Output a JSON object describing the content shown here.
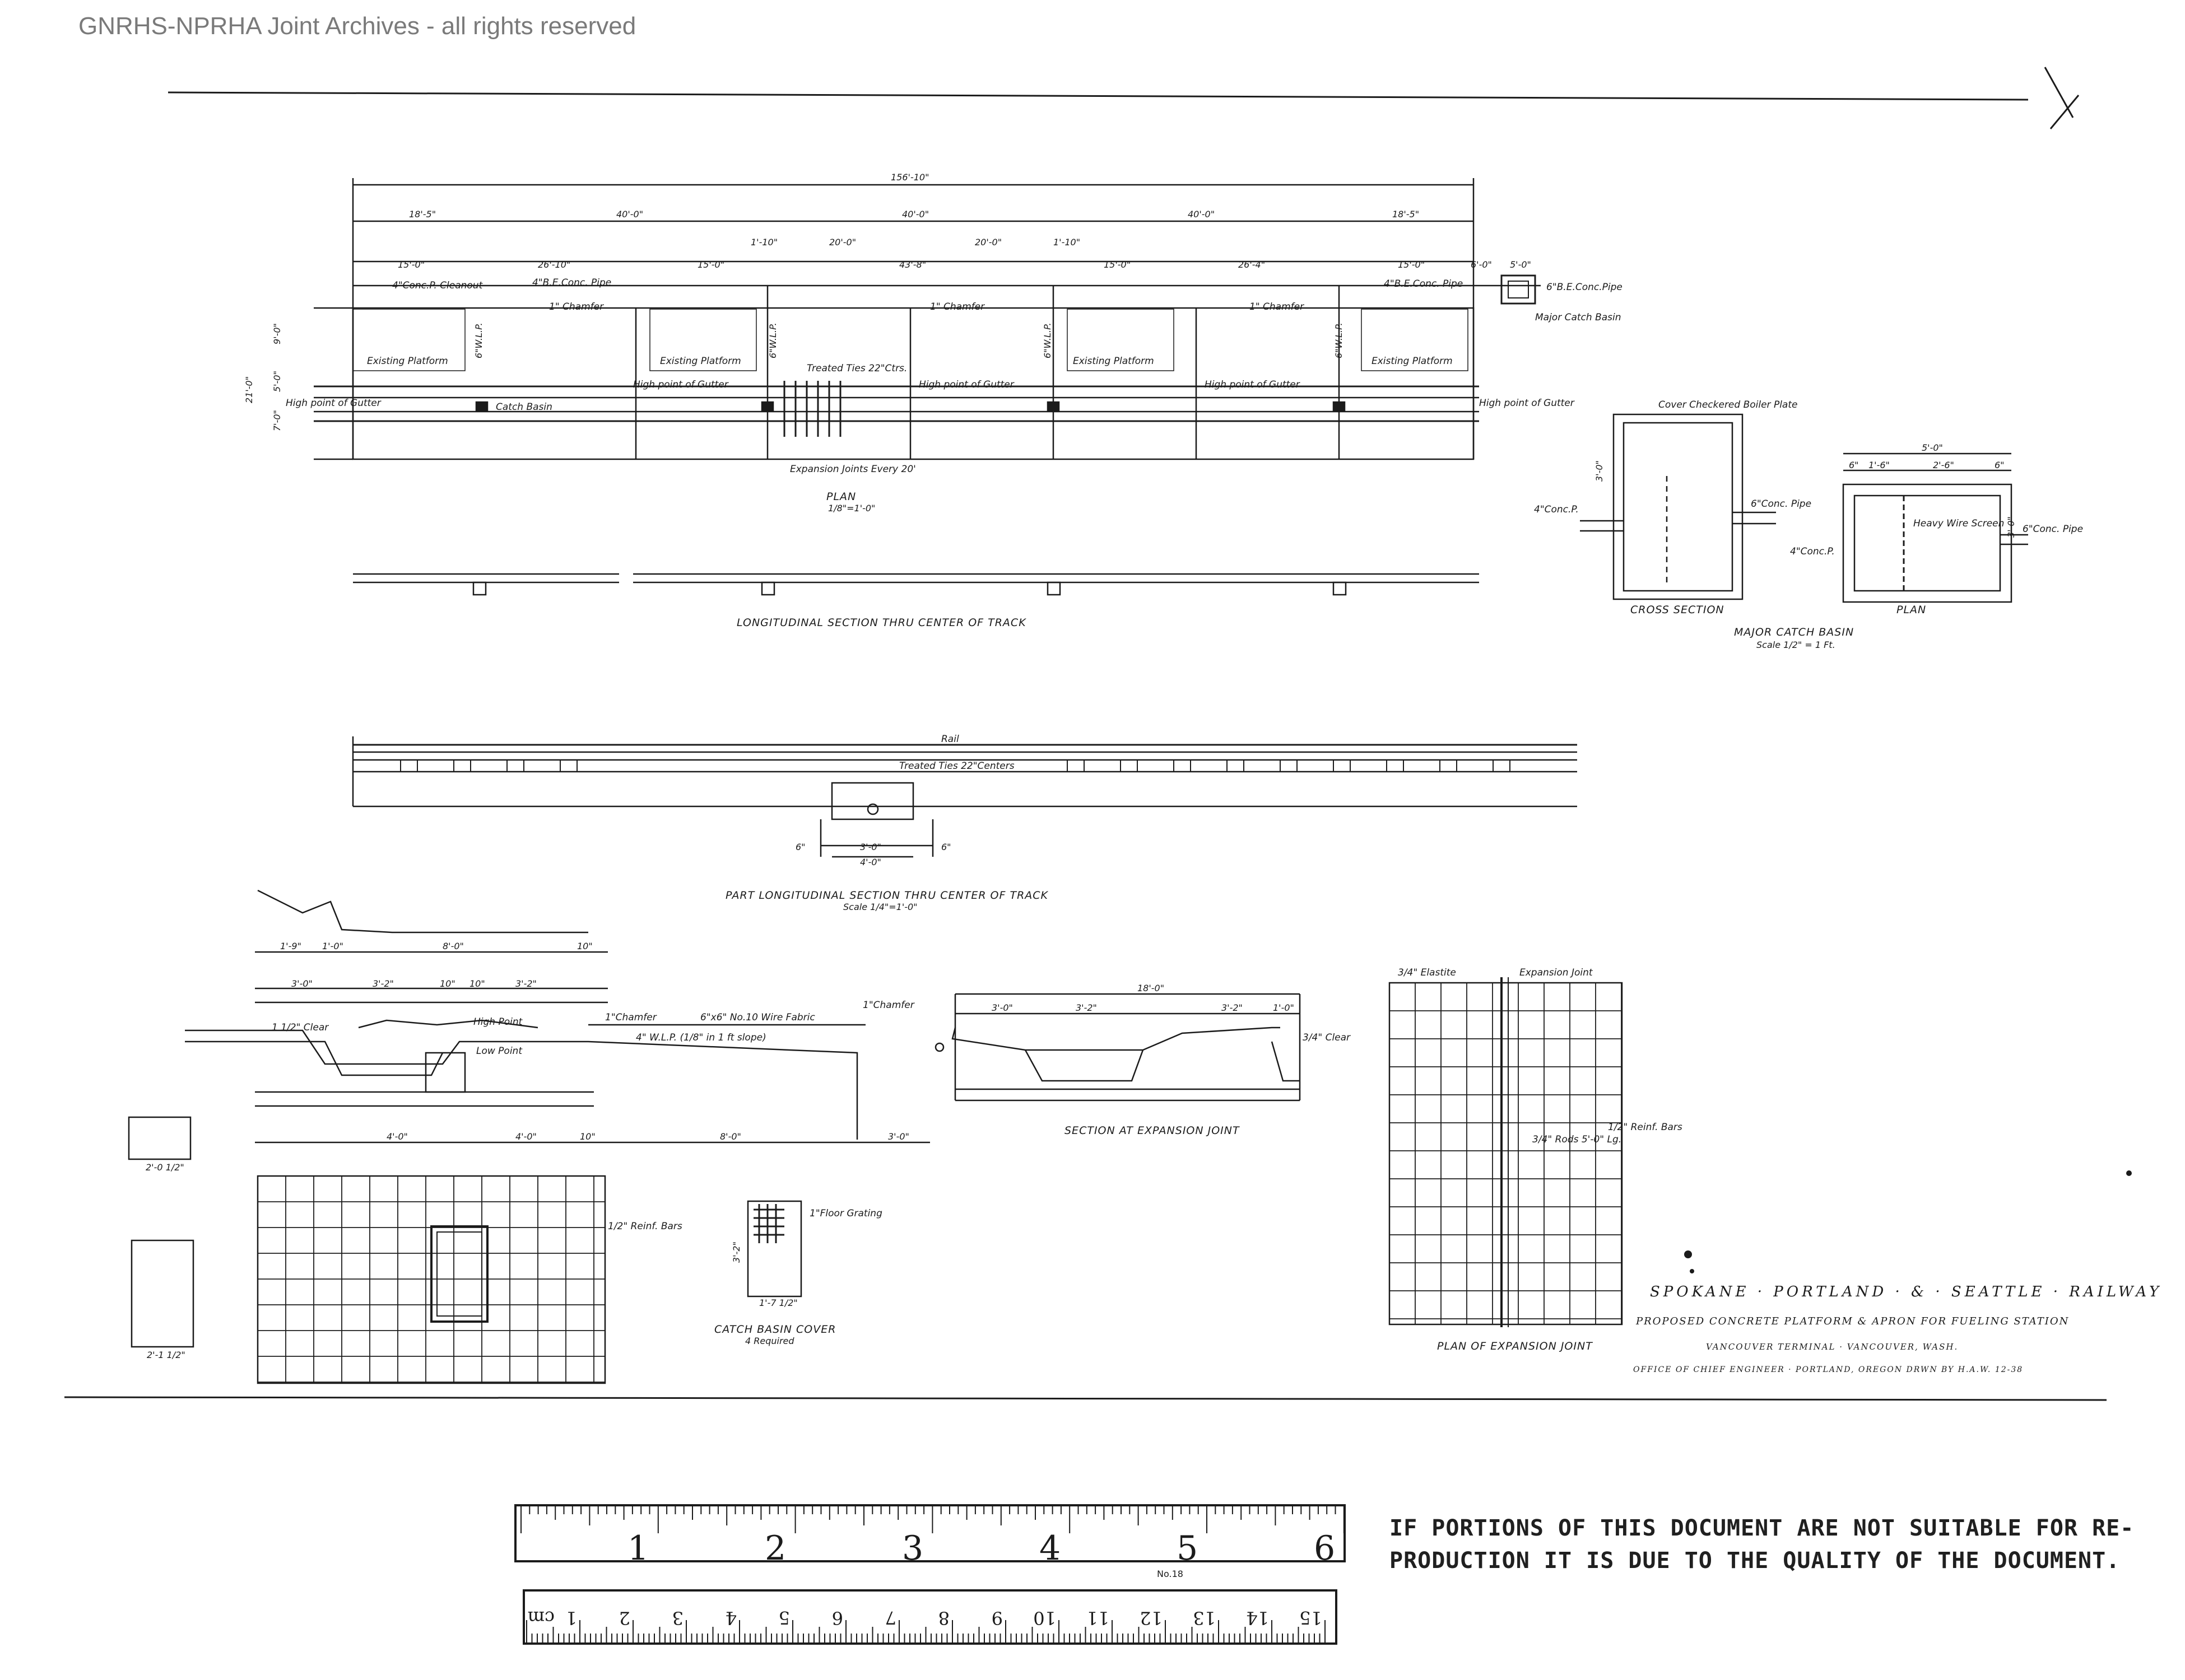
{
  "archive_watermark": "GNRHS-NPRHA Joint Archives - all rights reserved",
  "plan": {
    "overall_dimension": "156'-10\"",
    "span_dimensions": [
      "18'-5\"",
      "40'-0\"",
      "1'-10\"",
      "20'-0\"",
      "40'-0\"",
      "20'-0\"",
      "1'-10\"",
      "40'-0\"",
      "18'-5\""
    ],
    "sub_dimensions": [
      "15'-0\"",
      "26'-10\"",
      "15'-0\"",
      "43'-8\"",
      "15'-0\"",
      "26'-4\"",
      "15'-0\"",
      "6'-0\"",
      "5'-0\""
    ],
    "labels": {
      "cleanout": "4\"Conc.P. Cleanout",
      "be_pipe_left": "4\"B.E.Conc. Pipe",
      "be_pipe_right": "4\"B.E.Conc. Pipe",
      "be_pipe_basin": "6\"B.E.Conc.Pipe",
      "major_catch_basin": "Major Catch Basin",
      "chamfer": "1\" Chamfer",
      "existing_platform": "Existing Platform",
      "treated_ties": "Treated Ties 22\"Ctrs.",
      "high_point_gutter": "High point of Gutter",
      "high_point_left": "High point of Gutter",
      "high_point_right": "High point of Gutter",
      "catch_basin": "Catch Basin",
      "expansion_joints": "Expansion Joints Every 20'",
      "wlp": "6\"W.L.P.",
      "side_dims": [
        "9'-0\"",
        "21'-0\"",
        "7'-0\"",
        "5'-0\""
      ]
    },
    "title": "PLAN",
    "scale": "1/8\"=1'-0\""
  },
  "long_section": {
    "title": "LONGITUDINAL SECTION THRU CENTER OF TRACK"
  },
  "major_catch_basin": {
    "cover": "Cover Checkered Boiler Plate",
    "conc_pipe_left": "4\"Conc.P.",
    "conc_pipe_right": "6\"Conc. Pipe",
    "cross_section_title": "CROSS SECTION",
    "plan_title": "PLAN",
    "dims": [
      "5'-0\"",
      "6\"",
      "1'-6\"",
      "2'-6\"",
      "6\"",
      "3'-0\"",
      "3'-0\""
    ],
    "heavy_wire_screen": "Heavy Wire Screen",
    "conc_p_plan": "4\"Conc.P.",
    "conc_pipe_plan": "6\"Conc. Pipe",
    "title": "MAJOR CATCH BASIN",
    "scale": "Scale 1/2\" = 1 Ft."
  },
  "part_long_section": {
    "rail": "Rail",
    "treated_ties": "Treated Ties 22\"Centers",
    "dims": [
      "6\"",
      "3'-0\"",
      "4'-0\"",
      "6\""
    ],
    "title": "PART LONGITUDINAL SECTION THRU CENTER OF TRACK",
    "scale": "Scale 1/4\"=1'-0\""
  },
  "apron_section": {
    "top_dims": [
      "1'-9\"",
      "1'-0\"",
      "8'-0\"",
      "10\""
    ],
    "dims_row": [
      "3'-0\"",
      "3'-2\"",
      "10\"",
      "10\"",
      "3'-2\""
    ],
    "chamfer": "1\"Chamfer",
    "wire_fabric": "6\"x6\" No.10 Wire Fabric",
    "clear": "1 1/2\" Clear",
    "high_point": "High Point",
    "low_point": "Low Point",
    "wlp": "4\" W.L.P. (1/8\" in 1 ft slope)",
    "bottom_dims": [
      "4'-0\"",
      "4'-0\"",
      "10\"",
      "8'-0\"",
      "3'-0\""
    ]
  },
  "expansion_section": {
    "dims_top": [
      "18'-0\"",
      "3'-0\"",
      "3'-2\"",
      "3'-2\"",
      "1'-0\""
    ],
    "clear": "3/4\" Clear",
    "title": "SECTION AT EXPANSION JOINT"
  },
  "plan_expansion_joint": {
    "elastite": "3/4\" Elastite",
    "expansion_joint": "Expansion Joint",
    "reinf_bars": "1/2\" Reinf. Bars",
    "rods": "3/4\" Rods 5'-0\" Lg.",
    "title": "PLAN OF EXPANSION JOINT"
  },
  "grid_plan": {
    "reinf_bars": "1/2\" Reinf. Bars",
    "small_dims": [
      "2'-0 1/2\"",
      "2'-1 1/2\""
    ]
  },
  "catch_basin_cover": {
    "floor_grating": "1\"Floor Grating",
    "dims": [
      "3'-2\"",
      "1'-7 1/2\""
    ],
    "title": "CATCH BASIN COVER",
    "subtitle": "4 Required"
  },
  "title_block": {
    "railway": "SPOKANE · PORTLAND · & · SEATTLE · RAILWAY",
    "project": "PROPOSED CONCRETE PLATFORM & APRON FOR FUELING STATION",
    "location": "VANCOUVER TERMINAL · VANCOUVER, WASH.",
    "office": "OFFICE OF CHIEF ENGINEER · PORTLAND, OREGON     DRWN BY H.A.W. 12-38"
  },
  "ruler": {
    "inch_marks": [
      "1",
      "2",
      "3",
      "4",
      "5",
      "6"
    ],
    "cm_marks": [
      "1",
      "2",
      "3",
      "4",
      "5",
      "6",
      "7",
      "8",
      "9",
      "10",
      "11",
      "12",
      "13",
      "14",
      "15"
    ],
    "cm_unit": "cm",
    "model": "No.18"
  },
  "notice": {
    "line1": "IF PORTIONS OF THIS DOCUMENT ARE NOT SUITABLE FOR RE-",
    "line2": "PRODUCTION IT IS DUE TO THE QUALITY OF THE DOCUMENT."
  }
}
